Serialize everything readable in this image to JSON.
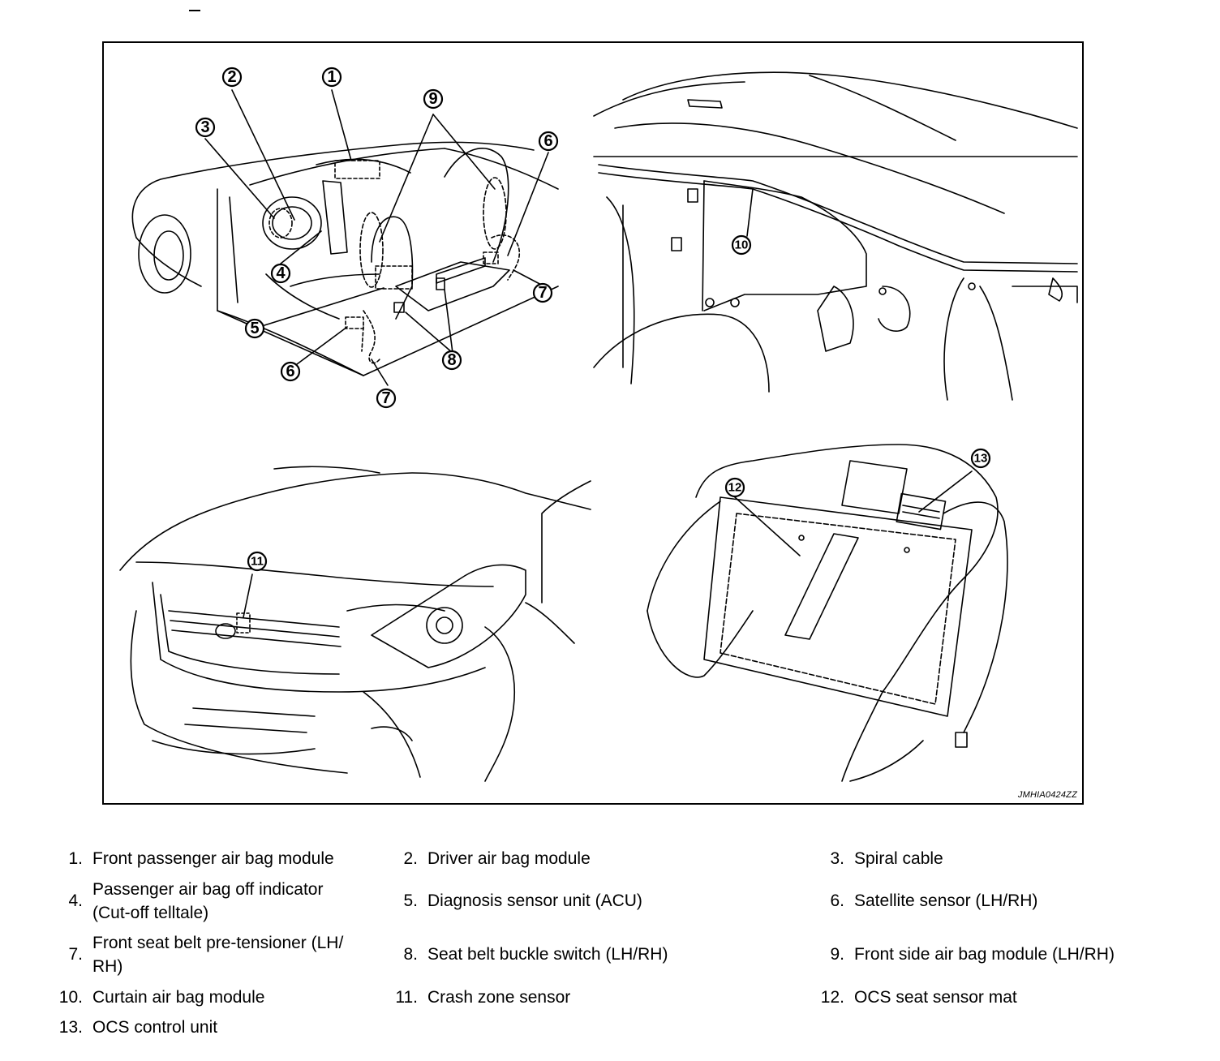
{
  "figure": {
    "code": "JMHIA0424ZZ",
    "callouts": {
      "c1": "1",
      "c2": "2",
      "c3": "3",
      "c4": "4",
      "c5": "5",
      "c6a": "6",
      "c6b": "6",
      "c7a": "7",
      "c7b": "7",
      "c8": "8",
      "c9": "9",
      "c10": "10",
      "c11": "11",
      "c12": "12",
      "c13": "13"
    }
  },
  "legend": [
    {
      "num": "1.",
      "text": "Front passenger air bag module"
    },
    {
      "num": "2.",
      "text": "Driver air bag module"
    },
    {
      "num": "3.",
      "text": "Spiral cable"
    },
    {
      "num": "4.",
      "text": "Passenger air bag off indicator\n(Cut-off telltale)"
    },
    {
      "num": "5.",
      "text": "Diagnosis sensor unit (ACU)"
    },
    {
      "num": "6.",
      "text": "Satellite sensor (LH/RH)"
    },
    {
      "num": "7.",
      "text": "Front seat belt pre-tensioner (LH/\nRH)"
    },
    {
      "num": "8.",
      "text": "Seat belt buckle switch (LH/RH)"
    },
    {
      "num": "9.",
      "text": "Front side air bag module (LH/RH)"
    },
    {
      "num": "10.",
      "text": "Curtain air bag module"
    },
    {
      "num": "11.",
      "text": "Crash zone sensor"
    },
    {
      "num": "12.",
      "text": "OCS seat sensor mat"
    },
    {
      "num": "13.",
      "text": "OCS control unit"
    }
  ]
}
